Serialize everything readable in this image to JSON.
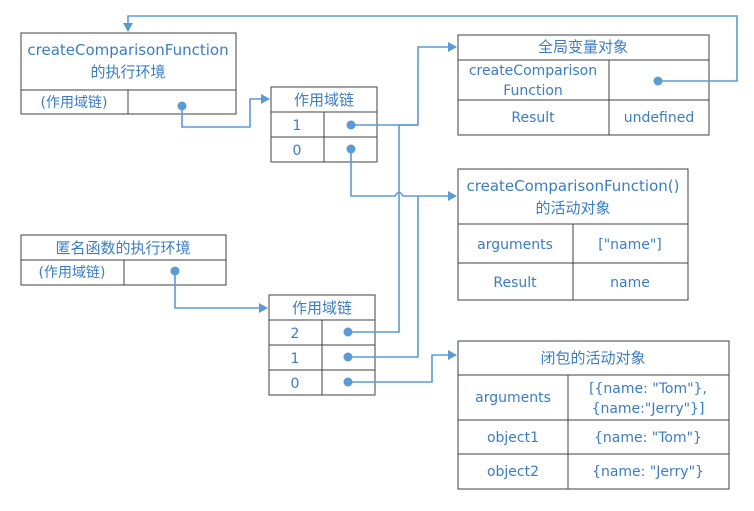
{
  "exec_context": {
    "title_line1": "createComparisonFunction",
    "title_line2": "的执行环境",
    "scope_label": "(作用域链)"
  },
  "anon_context": {
    "title": "匿名函数的执行环境",
    "scope_label": "(作用域链)"
  },
  "scope_chain_1": {
    "title": "作用域链",
    "rows": [
      "1",
      "0"
    ]
  },
  "scope_chain_2": {
    "title": "作用域链",
    "rows": [
      "2",
      "1",
      "0"
    ]
  },
  "global_object": {
    "title": "全局变量对象",
    "row1_key_line1": "createComparison",
    "row1_key_line2": "Function",
    "row2_key": "Result",
    "row2_value": "undefined"
  },
  "activation_object": {
    "title_line1": "createComparisonFunction()",
    "title_line2": "的活动对象",
    "rows": [
      {
        "key": "arguments",
        "value": "[\"name\"]"
      },
      {
        "key": "Result",
        "value": "name"
      }
    ]
  },
  "closure_object": {
    "title": "闭包的活动对象",
    "args_key": "arguments",
    "args_value_line1": "[{name: \"Tom\"},",
    "args_value_line2": "{name:\"Jerry\"}]",
    "rows": [
      {
        "key": "object1",
        "value": "{name: \"Tom\"}"
      },
      {
        "key": "object2",
        "value": "{name: \"Jerry\"}"
      }
    ]
  },
  "colors": {
    "text": "#3B7DC4",
    "arrow": "#5B9BD5",
    "border": "#404040"
  }
}
